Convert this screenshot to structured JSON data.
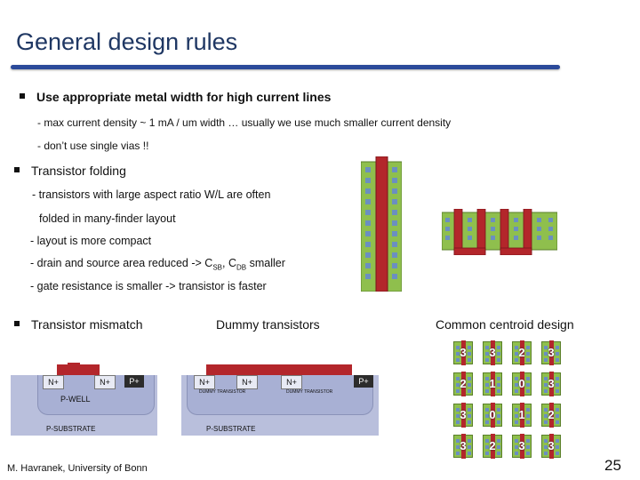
{
  "slide": {
    "title": "General design rules",
    "bullets": {
      "metal": "Use appropriate metal width for high current lines",
      "metal_sub1": "- max current density ~ 1 mA / um width    … usually we use much smaller current density",
      "metal_sub2": "- don’t use single vias !!",
      "folding": "Transistor folding",
      "folding_sub1": "- transistors with large aspect ratio W/L are often",
      "folding_sub1b": "folded in many-finder layout",
      "folding_sub2": "- layout is more compact",
      "folding_sub3_pre": "- drain and source area reduced -> C",
      "folding_sub3_sub1": "SB",
      "folding_sub3_mid": ", C",
      "folding_sub3_sub2": "DB",
      "folding_sub3_post": " smaller",
      "folding_sub4": "- gate resistance is smaller -> transistor is faster",
      "mismatch": "Transistor mismatch"
    },
    "headings": {
      "dummy": "Dummy transistors",
      "centroid": "Common centroid design"
    },
    "footer": "M. Havranek, University of Bonn",
    "page_number": "25"
  },
  "cross_section_left": {
    "contacts": [
      "N+",
      "N+",
      "P+"
    ],
    "well": "P-WELL",
    "substrate": "P-SUBSTRATE"
  },
  "cross_section_right": {
    "contacts": [
      "N+",
      "N+",
      "N+",
      "P+"
    ],
    "dummy_labels": [
      "DUMMY TRANSISTOR",
      "DUMMY TRANSISTOR"
    ],
    "substrate": "P-SUBSTRATE"
  },
  "centroid_grid": {
    "rows": [
      [
        "3",
        "3",
        "2",
        "3"
      ],
      [
        "2",
        "1",
        "0",
        "3"
      ],
      [
        "3",
        "0",
        "1",
        "2"
      ],
      [
        "3",
        "2",
        "3",
        "3"
      ]
    ]
  },
  "colors": {
    "title": "#1f3763",
    "accent_bar": "#2b4a9a",
    "poly": "#b3262b",
    "diffusion": "#8fbf4d",
    "contact": "#6b8fc0",
    "substrate": "#b9bfdc",
    "well": "#a8b0d4"
  }
}
